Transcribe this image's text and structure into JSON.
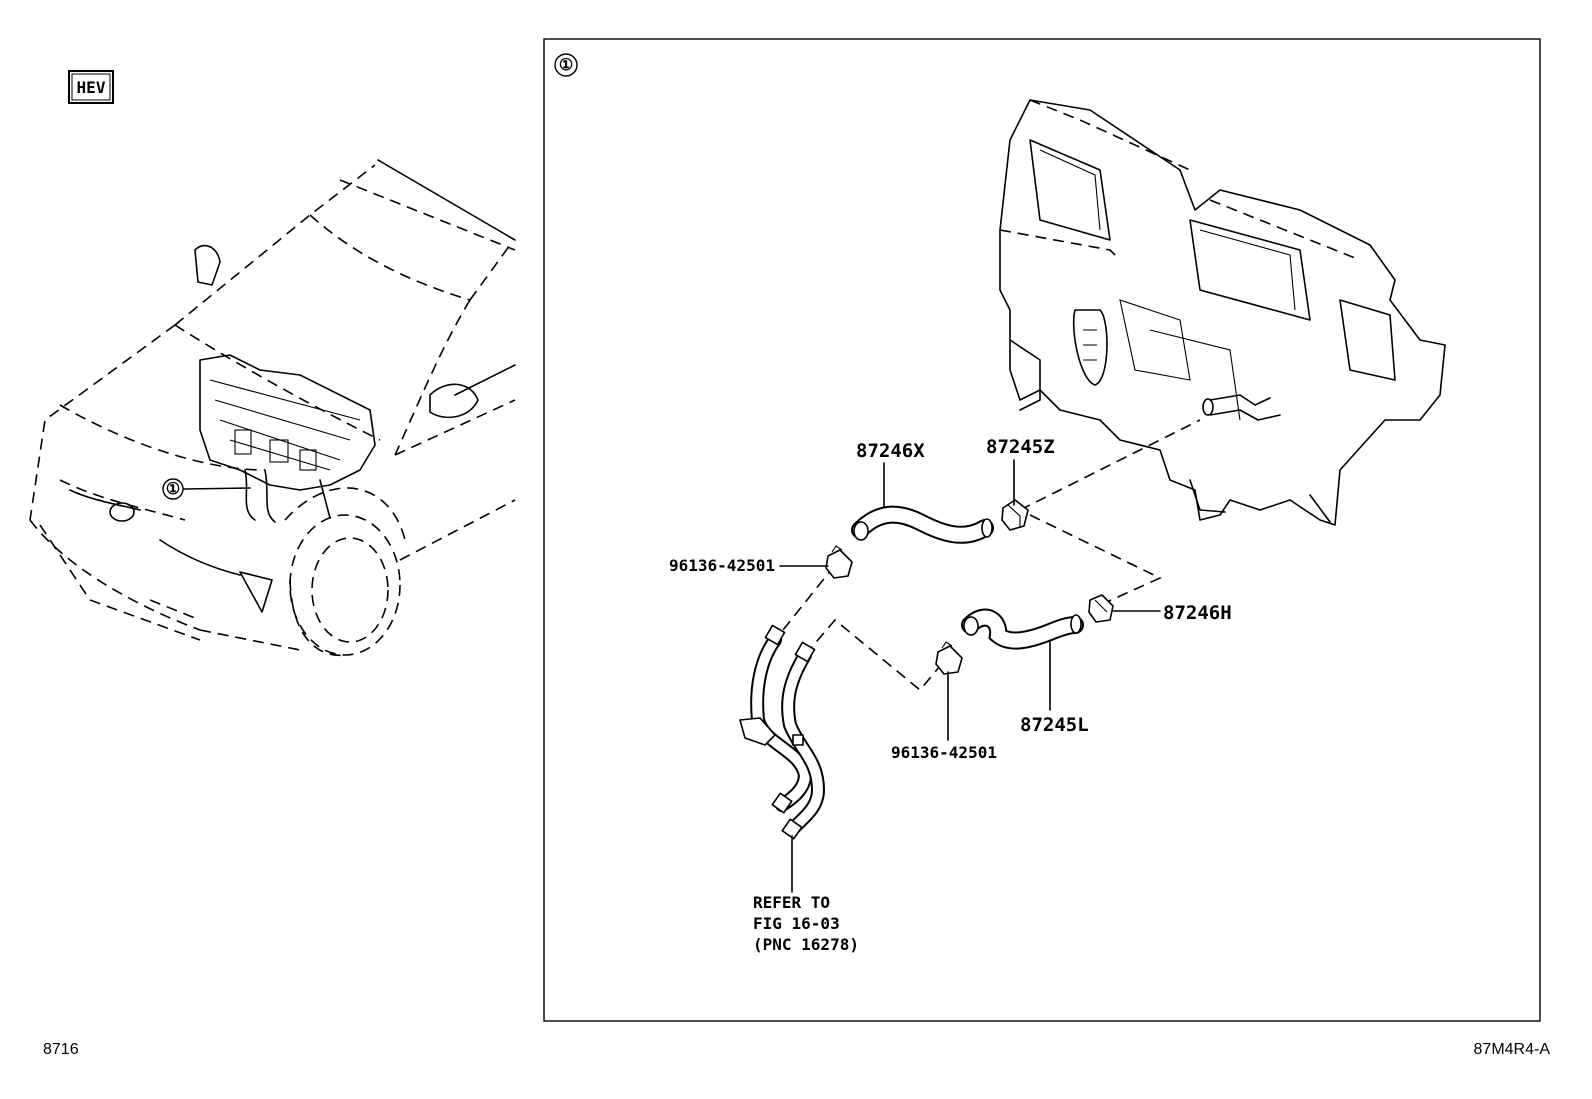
{
  "badge": "HEV",
  "callout_marker": "①",
  "detail_marker": "①",
  "parts": {
    "hose_upper": "87246X",
    "clip_upper_right": "87245Z",
    "clamp_left": "96136-42501",
    "hose_lower": "87245L",
    "clip_lower_right": "87246H",
    "clamp_lower": "96136-42501"
  },
  "reference_note": [
    "REFER TO",
    "FIG 16-03",
    "(PNC 16278)"
  ],
  "footer": {
    "left_code": "8716",
    "right_code": "87M4R4-A"
  }
}
